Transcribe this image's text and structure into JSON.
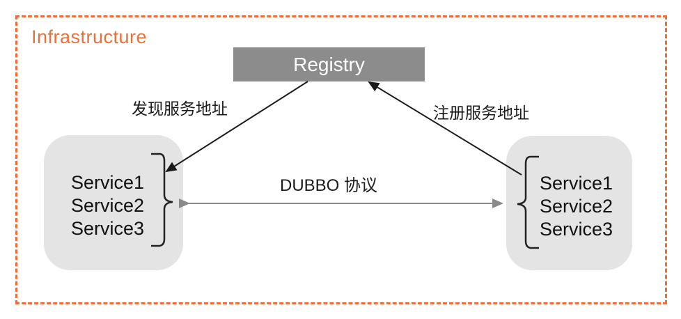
{
  "frame": {
    "title": "Infrastructure"
  },
  "registry": {
    "label": "Registry"
  },
  "left_cluster": {
    "services": [
      "Service1",
      "Service2",
      "Service3"
    ]
  },
  "right_cluster": {
    "services": [
      "Service1",
      "Service2",
      "Service3"
    ]
  },
  "edges": {
    "discover": {
      "label": "发现服务地址"
    },
    "register": {
      "label": "注册服务地址"
    },
    "protocol": {
      "label": "DUBBO 协议"
    }
  },
  "colors": {
    "accent": "#E8713B",
    "registry_fill": "#8C8C8C",
    "cluster_fill": "#E4E4E4",
    "edge_black": "#1A1A1A",
    "edge_gray": "#8A8A8A"
  }
}
